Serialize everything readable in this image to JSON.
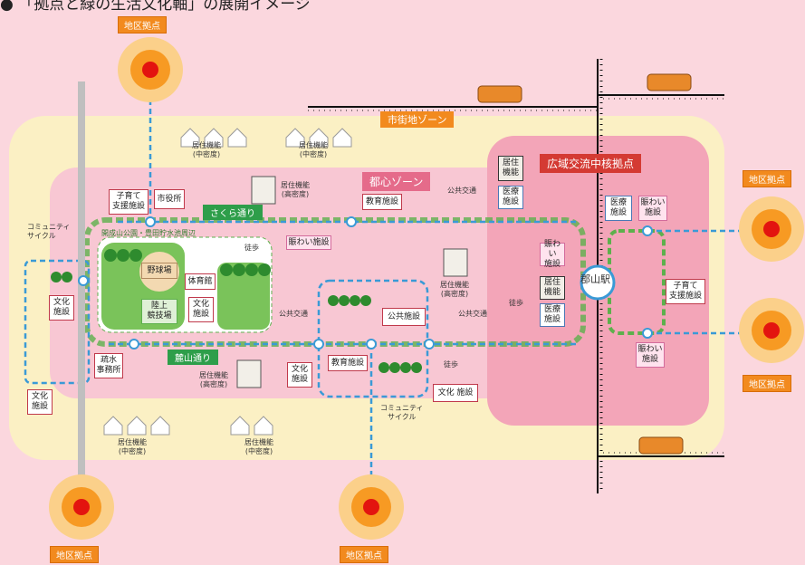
{
  "header": {
    "title": "● 「拠点と緑の生活文化軸」の展開イメージ"
  },
  "zones": {
    "outer": "市街地ゾーン",
    "center": "都心ゾーン",
    "hub": "広域交流中核拠点"
  },
  "roads": {
    "sakura": "さくら通り",
    "fumoto": "麓山通り"
  },
  "park_label": "開成山公園・豊田貯水池周辺",
  "station": "郡山駅",
  "district_hub": "地区拠点",
  "facilities": {
    "kosodate": "子育て\n支援施設",
    "shiyakusho": "市役所",
    "kyouiku": "教育施設",
    "nigiwai": "賑わい施設",
    "yakyujo": "野球場",
    "rikujo": "陸上\n競技場",
    "taiikukan": "体育館",
    "bunka": "文化\n施設",
    "kokyo": "公共施設",
    "suido": "疏水\n事務所",
    "kyoju": "居住\n機能",
    "iryo": "医療\n施設",
    "nigiwai2": "賑わい\n施設"
  },
  "labels": {
    "kyoju_mid": "居住機能\n(中密度)",
    "kyoju_high": "居住機能\n(高密度)",
    "kokyo_kotsu": "公共交通",
    "toho": "徒歩",
    "community_cycle": "コミュニティ\nサイクル"
  }
}
